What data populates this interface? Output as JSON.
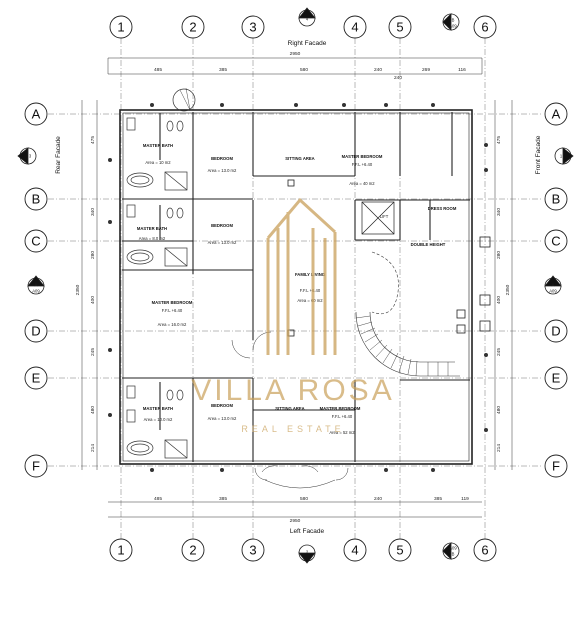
{
  "facades": {
    "top": "Right Facade",
    "bottom": "Left Facade",
    "left": "Rear Facade",
    "right": "Front Facade"
  },
  "facade_markers": {
    "top": "4",
    "bottom": "2",
    "left": "3",
    "right": "1",
    "section_a": "A",
    "section_b": "B",
    "sheet": "A09"
  },
  "grid_columns": [
    "1",
    "2",
    "3",
    "4",
    "5",
    "6"
  ],
  "grid_rows": [
    "A",
    "B",
    "C",
    "D",
    "E",
    "F"
  ],
  "overall_width": "2950",
  "top_dims": [
    "485",
    "385",
    "580",
    "240",
    "240",
    "269",
    "116"
  ],
  "bottom_dims": [
    "485",
    "385",
    "580",
    "240",
    "385",
    "119"
  ],
  "left_dims": [
    "475",
    "340",
    "280",
    "400",
    "245",
    "480",
    "214"
  ],
  "right_dims": [
    "475",
    "340",
    "280",
    "400",
    "245",
    "480",
    "214"
  ],
  "left_total": "2350",
  "right_total": "2350",
  "rooms": [
    {
      "name": "MASTER BATH",
      "area": "Area = 10 m2"
    },
    {
      "name": "BEDROOM",
      "area": "Area = 13.0 m2"
    },
    {
      "name": "SITTING AREA",
      "area": ""
    },
    {
      "name": "MASTER BEDROOM",
      "area": "Area = 40 m2"
    },
    {
      "name": "MASTER BATH",
      "area": "Area = 8.0 m2"
    },
    {
      "name": "BEDROOM",
      "area": "Area = 13.0 m2"
    },
    {
      "name": "FAMILY LIVING",
      "area": "Area = 60 m2"
    },
    {
      "name": "DRESS ROOM",
      "area": ""
    },
    {
      "name": "DOUBLE HEIGHT",
      "area": ""
    },
    {
      "name": "MASTER BEDROOM",
      "area": "Area = 16.0 m2"
    },
    {
      "name": "MASTER BATH",
      "area": "Area = 10.0 m2"
    },
    {
      "name": "BEDROOM",
      "area": "Area = 13.0 m2"
    },
    {
      "name": "SITTING AREA",
      "area": ""
    },
    {
      "name": "MASTER BEDROOM",
      "area": "Area = 52 m2"
    }
  ],
  "levels": [
    "F.F.L +6.40",
    "F.F.L +6.40",
    "F.F.L +6.40",
    "F.F.L +6.40"
  ],
  "lift_label": "LIFT",
  "watermark": {
    "brand": "VILLA ROSA",
    "tagline": "REAL ESTATE"
  },
  "colors": {
    "line": "#222222",
    "wall": "#333333",
    "watermark": "#c9a05a"
  }
}
